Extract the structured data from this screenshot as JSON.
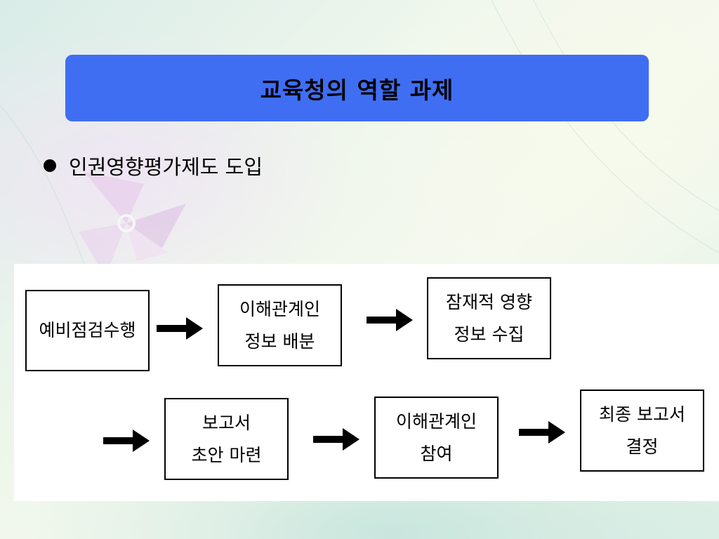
{
  "slide": {
    "title": "교육청의 역할 과제",
    "bullet": "인권영향평가제도 도입"
  },
  "flow": {
    "steps": [
      {
        "lines": [
          "예비점검수행"
        ]
      },
      {
        "lines": [
          "이해관계인",
          "정보 배분"
        ]
      },
      {
        "lines": [
          "잠재적 영향",
          "정보 수집"
        ]
      },
      {
        "lines": [
          "보고서",
          "초안 마련"
        ]
      },
      {
        "lines": [
          "이해관계인",
          "참여"
        ]
      },
      {
        "lines": [
          "최종 보고서",
          "결정"
        ]
      }
    ],
    "arrow_count": 5
  },
  "colors": {
    "title_bar": "#3f6ef3",
    "text": "#000000",
    "box_border": "#000000",
    "panel": "#ffffff"
  },
  "icons": {
    "bullet": "bullet-dot-icon",
    "connector": "right-arrow-icon",
    "background": "pinwheel-decoration-icon"
  }
}
